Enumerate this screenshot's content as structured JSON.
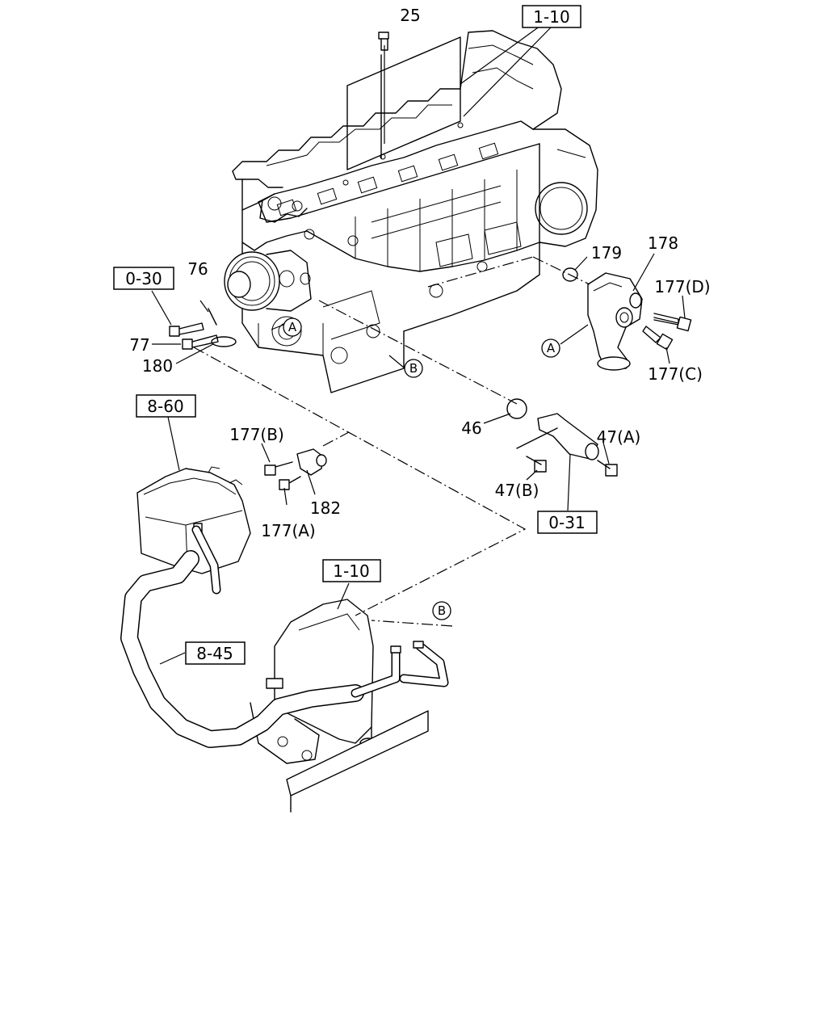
{
  "ref_boxes": {
    "r1": "1-10",
    "r2": "0-30",
    "r3": "8-60",
    "r4": "0-31",
    "r5": "1-10",
    "r6": "8-45"
  },
  "callouts": {
    "c25": "25",
    "c76": "76",
    "c77": "77",
    "c180": "180",
    "c179": "179",
    "c178": "178",
    "c177d": "177(D)",
    "c177c": "177(C)",
    "c46": "46",
    "c47a": "47(A)",
    "c47b": "47(B)",
    "c177b": "177(B)",
    "c182": "182",
    "c177a": "177(A)"
  },
  "markers": {
    "a1": "A",
    "a2": "A",
    "b1": "B",
    "b2": "B"
  }
}
